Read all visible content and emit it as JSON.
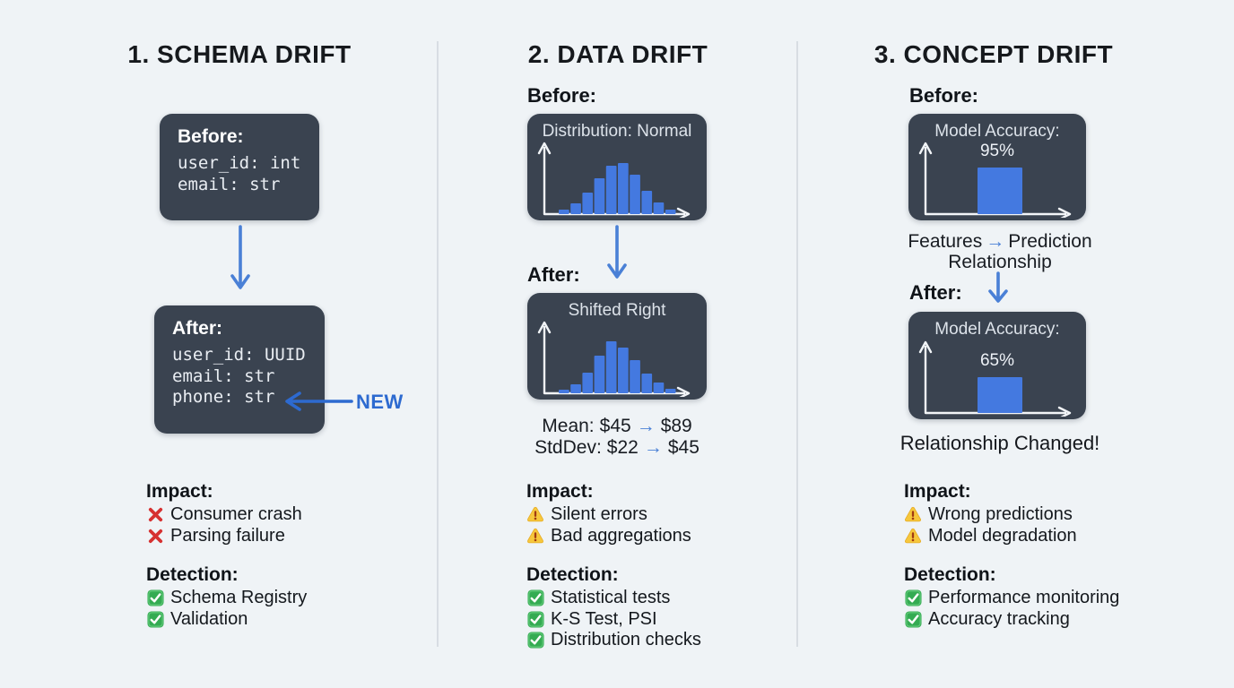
{
  "palette": {
    "background": "#eff3f6",
    "panel": "#3a4350",
    "bar_blue": "#4479e0",
    "arrow_blue": "#4a80d6",
    "new_blue": "#2d6ad0",
    "divider": "#d8dde3",
    "check_green": "#34ab52",
    "cross_red": "#d63131",
    "warning_yellow": "#f6c73c"
  },
  "columns": [
    {
      "title": "1. SCHEMA DRIFT",
      "before": {
        "label": "Before:",
        "code": [
          "user_id: int",
          "email: str"
        ]
      },
      "after": {
        "label": "After:",
        "code": [
          "user_id: UUID",
          "email: str",
          "phone: str"
        ]
      },
      "new_tag": "NEW",
      "impact": {
        "label": "Impact:",
        "items": [
          {
            "icon": "cross",
            "text": "Consumer crash"
          },
          {
            "icon": "cross",
            "text": "Parsing failure"
          }
        ]
      },
      "detection": {
        "label": "Detection:",
        "items": [
          {
            "icon": "check",
            "text": "Schema Registry"
          },
          {
            "icon": "check",
            "text": "Validation"
          }
        ]
      }
    },
    {
      "title": "2. DATA DRIFT",
      "before": {
        "label": "Before:",
        "chart_title": "Distribution: Normal",
        "bars": [
          5,
          12,
          24,
          40,
          54,
          57,
          44,
          26,
          13,
          5
        ]
      },
      "after": {
        "label": "After:",
        "chart_title": "Shifted Right",
        "bars": [
          4,
          10,
          23,
          42,
          58,
          51,
          37,
          22,
          12,
          5
        ]
      },
      "stats": [
        {
          "name": "Mean:",
          "from": "$45",
          "arrow": "→",
          "to": "$89"
        },
        {
          "name": "StdDev:",
          "from": "$22",
          "arrow": "→",
          "to": "$45"
        }
      ],
      "impact": {
        "label": "Impact:",
        "items": [
          {
            "icon": "warning",
            "text": "Silent errors"
          },
          {
            "icon": "warning",
            "text": "Bad aggregations"
          }
        ]
      },
      "detection": {
        "label": "Detection:",
        "items": [
          {
            "icon": "check",
            "text": "Statistical tests"
          },
          {
            "icon": "check",
            "text": "K-S Test, PSI"
          },
          {
            "icon": "check",
            "text": "Distribution checks"
          }
        ]
      }
    },
    {
      "title": "3. CONCEPT DRIFT",
      "before": {
        "label": "Before:",
        "chart_title": "Model Accuracy:",
        "value": "95%",
        "bars": [
          52
        ]
      },
      "relationship": {
        "left": "Features",
        "arrow": "→",
        "right": "Prediction",
        "line2": "Relationship"
      },
      "after": {
        "label": "After:",
        "chart_title": "Model Accuracy:",
        "value": "65%",
        "bars": [
          40
        ]
      },
      "changed": "Relationship Changed!",
      "impact": {
        "label": "Impact:",
        "items": [
          {
            "icon": "warning",
            "text": "Wrong predictions"
          },
          {
            "icon": "warning",
            "text": "Model degradation"
          }
        ]
      },
      "detection": {
        "label": "Detection:",
        "items": [
          {
            "icon": "check",
            "text": "Performance monitoring"
          },
          {
            "icon": "check",
            "text": "Accuracy tracking"
          }
        ]
      }
    }
  ]
}
